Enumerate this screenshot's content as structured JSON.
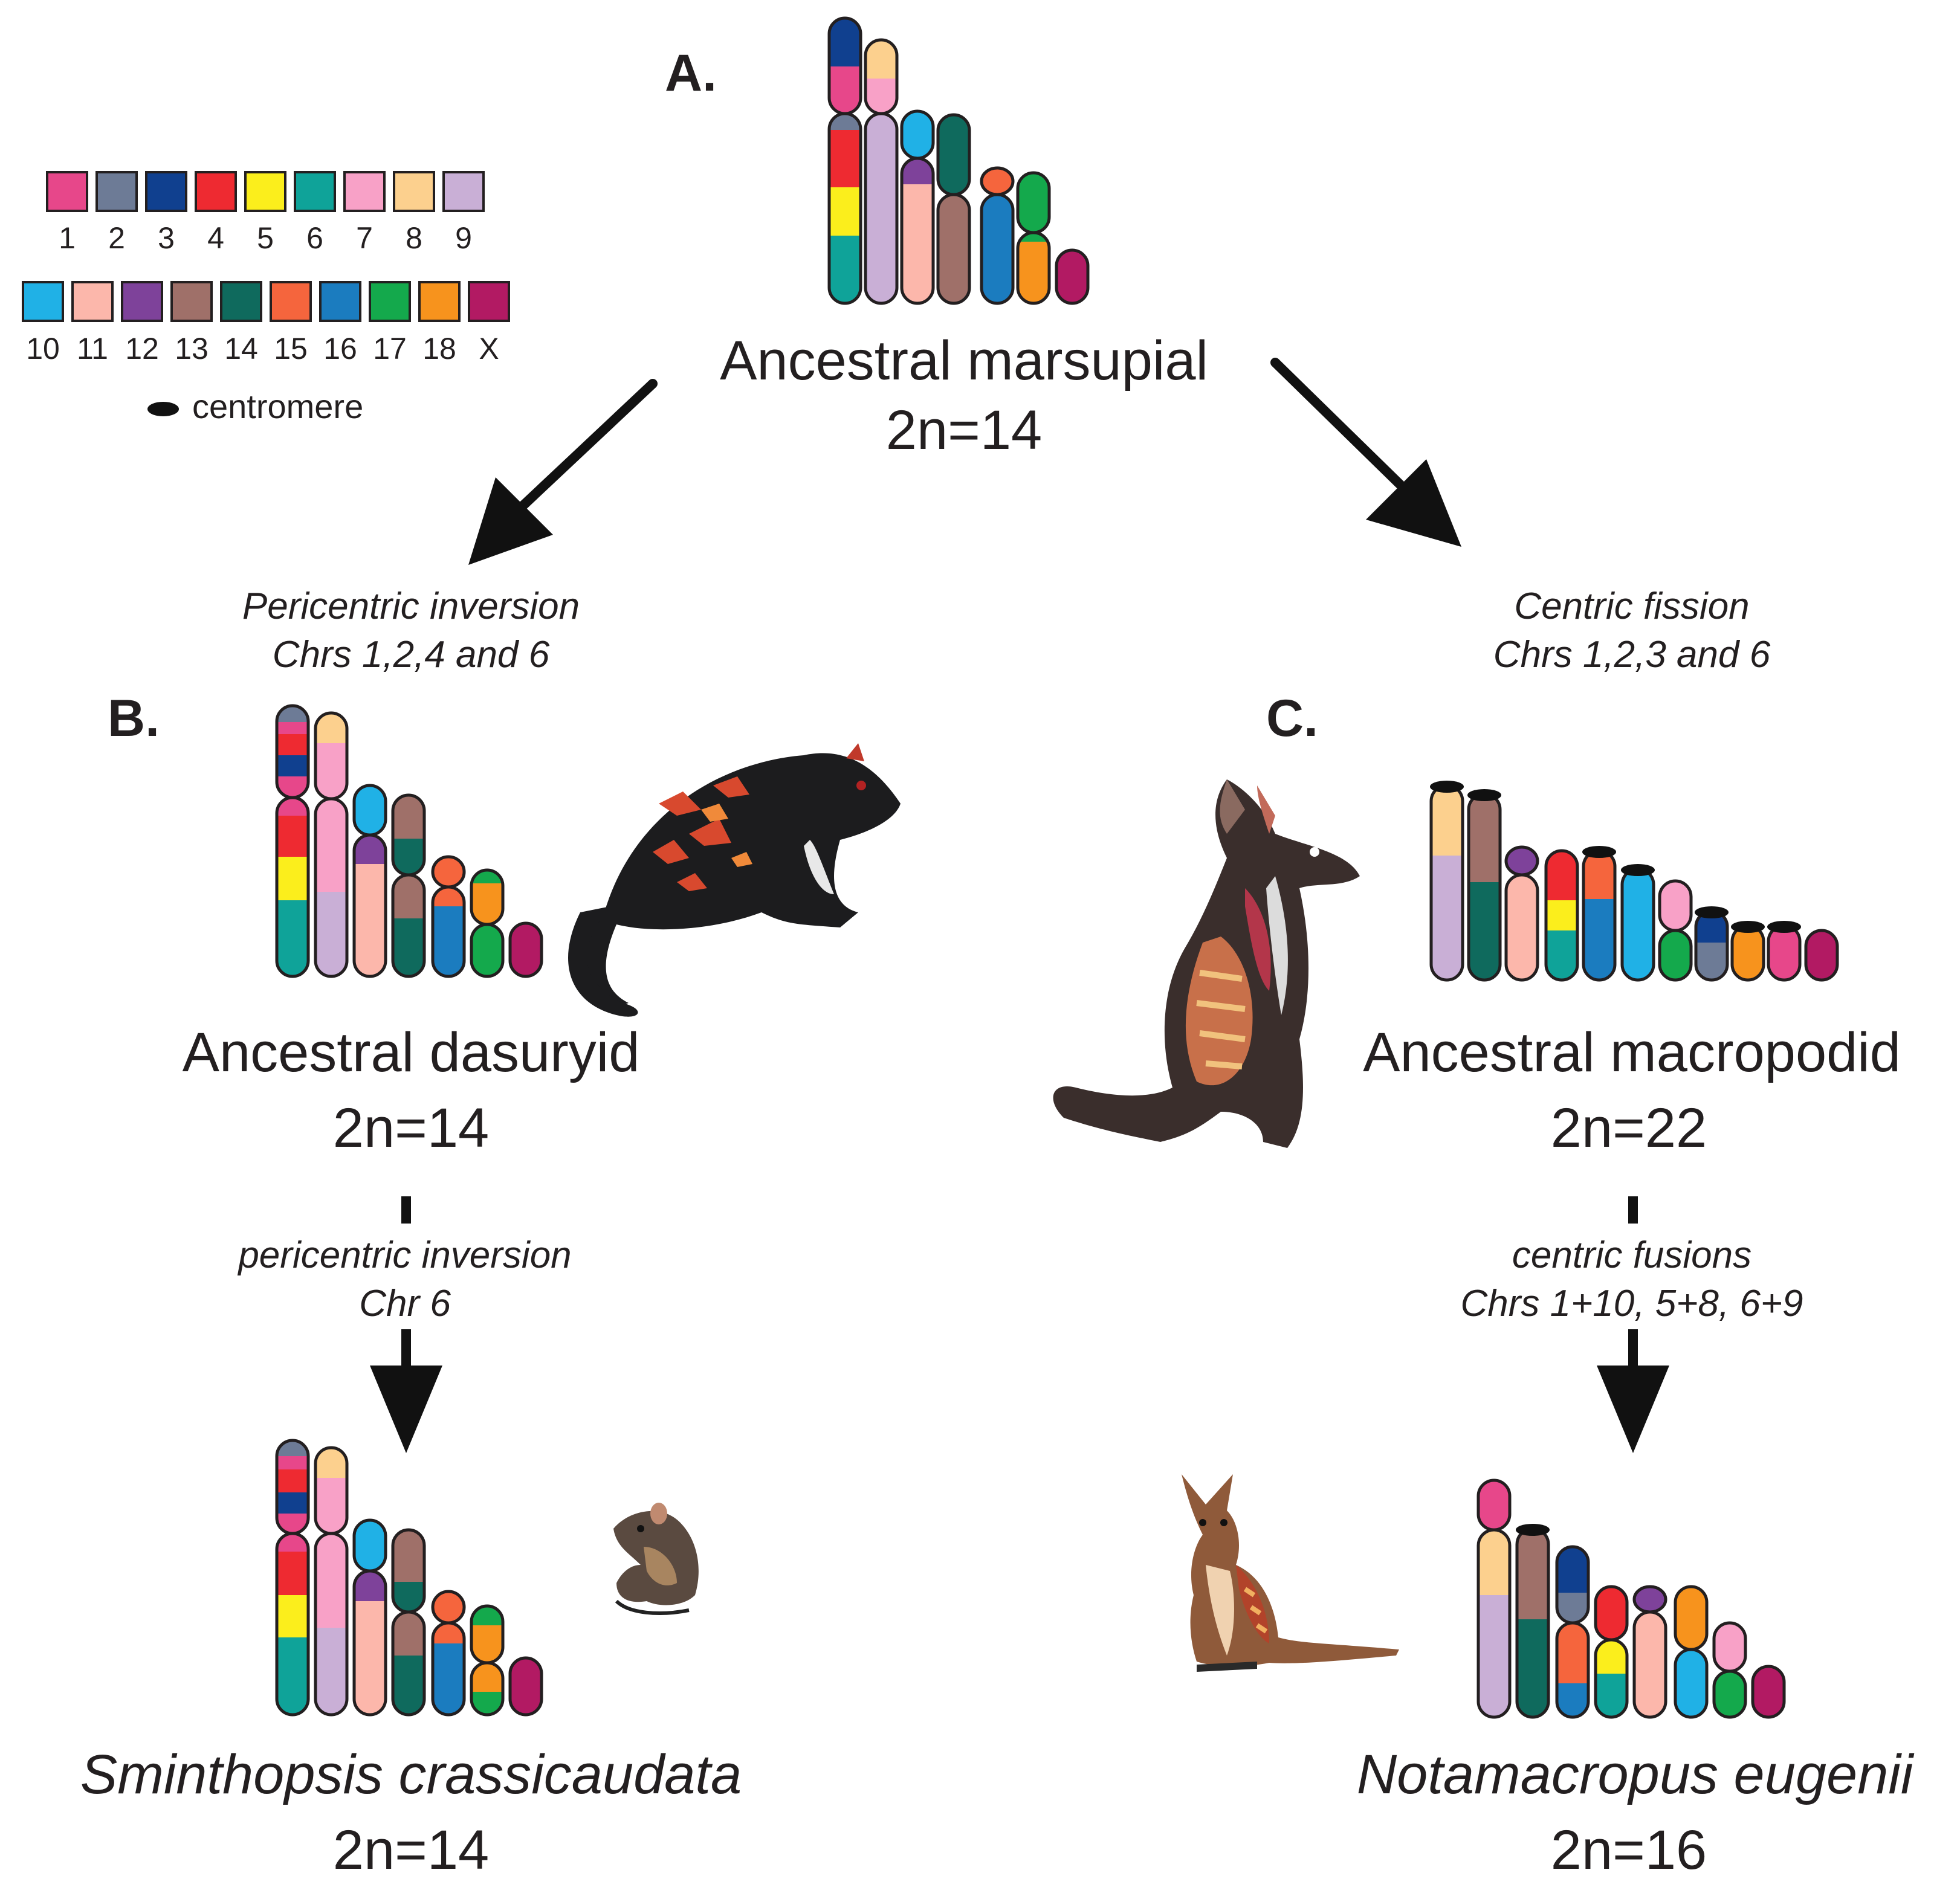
{
  "legend": {
    "row1": [
      {
        "label": "1",
        "color": "#e7478a"
      },
      {
        "label": "2",
        "color": "#6d7b96"
      },
      {
        "label": "3",
        "color": "#10408f"
      },
      {
        "label": "4",
        "color": "#ee2a31"
      },
      {
        "label": "5",
        "color": "#fbee1c"
      },
      {
        "label": "6",
        "color": "#0fa399"
      },
      {
        "label": "7",
        "color": "#f8a1c7"
      },
      {
        "label": "8",
        "color": "#fcd08e"
      },
      {
        "label": "9",
        "color": "#c9afd6"
      }
    ],
    "row2": [
      {
        "label": "10",
        "color": "#20b1e6"
      },
      {
        "label": "11",
        "color": "#fcb7ab"
      },
      {
        "label": "12",
        "color": "#7e429a"
      },
      {
        "label": "13",
        "color": "#9f7069"
      },
      {
        "label": "14",
        "color": "#0f6a5d"
      },
      {
        "label": "15",
        "color": "#f5653d"
      },
      {
        "label": "16",
        "color": "#1b7cbf"
      },
      {
        "label": "17",
        "color": "#14a94c"
      },
      {
        "label": "18",
        "color": "#f7931d"
      },
      {
        "label": "X",
        "color": "#b21a63"
      }
    ],
    "centromere_label": "centromere"
  },
  "panels": {
    "a": {
      "letter": "A.",
      "name": "Ancestral marsupial",
      "count": "2n=14"
    },
    "b": {
      "letter": "B.",
      "name": "Ancestral dasuryid",
      "count": "2n=14"
    },
    "c": {
      "letter": "C.",
      "name": "Ancestral macropodid",
      "count": "2n=22"
    },
    "d": {
      "name": "Sminthopsis crassicaudata",
      "count": "2n=14"
    },
    "e": {
      "name": "Notamacropus eugenii",
      "count": "2n=16"
    }
  },
  "events": {
    "left_1": {
      "line1": "Pericentric inversion",
      "line2": "Chrs 1,2,4 and 6"
    },
    "right_1": {
      "line1": "Centric fission",
      "line2": "Chrs 1,2,3 and 6"
    },
    "left_2": {
      "line1": "pericentric inversion",
      "line2": "Chr 6"
    },
    "right_2": {
      "line1": "centric fusions",
      "line2": "Chrs 1+10, 5+8, 6+9"
    }
  },
  "icons": {
    "dasyurid": "dasyurid-animal-icon",
    "kangaroo": "kangaroo-icon",
    "dunnart": "dunnart-icon",
    "wallaby": "tammar-wallaby-icon"
  }
}
